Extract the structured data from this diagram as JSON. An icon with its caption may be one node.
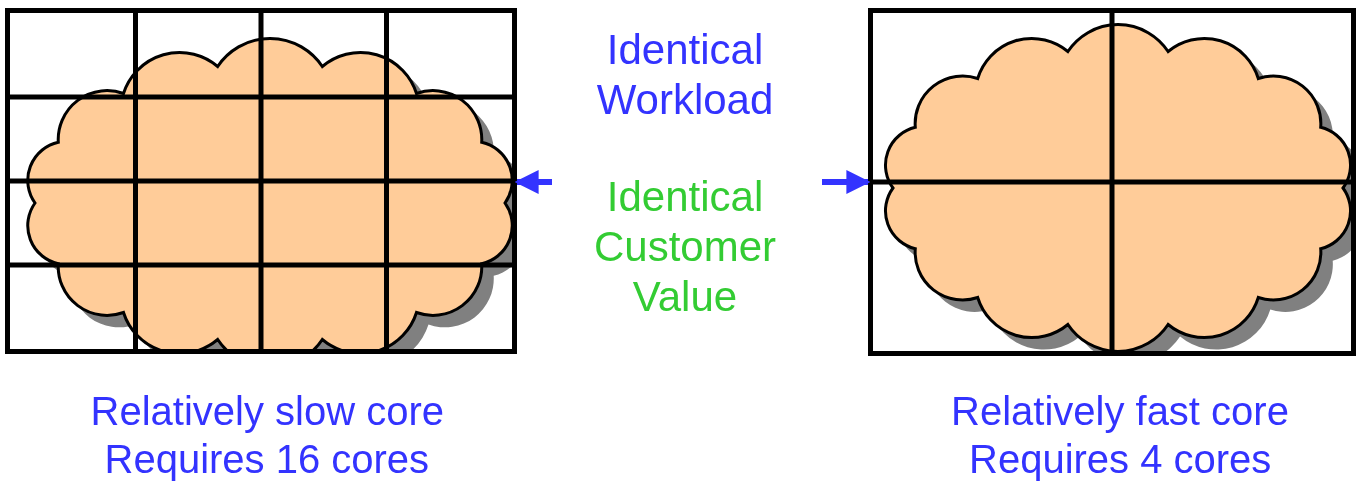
{
  "diagram": {
    "nodes": [
      {
        "text": [],
        "shape": "cloud",
        "beside": [
          "Relatively slow core",
          "Requires 16 cores"
        ]
      },
      {
        "text": [
          "Identical Workload"
        ]
      },
      {
        "text": [
          "Identical Customer Value"
        ]
      },
      {
        "text": [],
        "shape": "cloud",
        "beside": [
          "Relatively fast core",
          "Requires 4 cores"
        ]
      }
    ],
    "edges": [
      {
        "from": 2,
        "to": 0,
        "arrow": "to"
      },
      {
        "from": 2,
        "to": 3,
        "arrow": "to"
      }
    ]
  }
}
